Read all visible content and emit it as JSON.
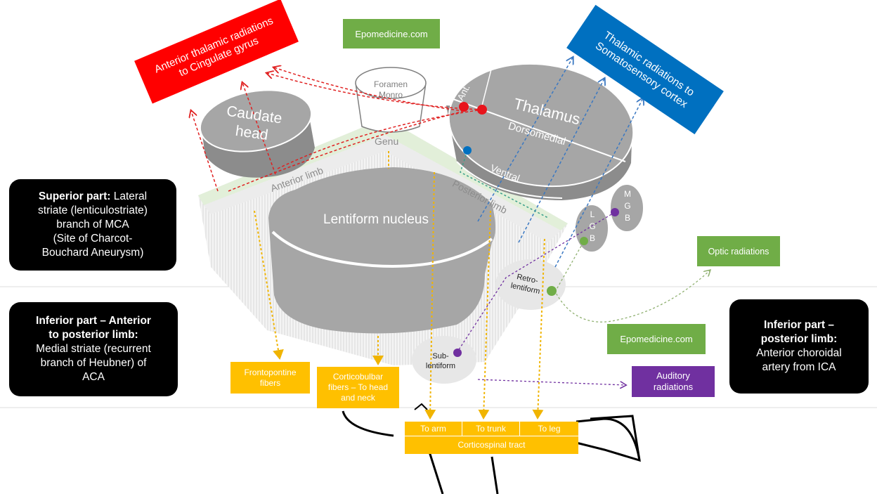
{
  "watermark_top": "Epomedicine.com",
  "watermark_mid": "Epomedicine.com",
  "anterior_thalamic": {
    "line1": "Anterior thalamic radiations",
    "line2": "to Cingulate gyrus"
  },
  "thalamic_somato": {
    "line1": "Thalamic radiations to",
    "line2": "Somatosensory cortex"
  },
  "foramen": {
    "line1": "Foramen",
    "line2": "Monro"
  },
  "caudate": {
    "line1": "Caudate",
    "line2": "head"
  },
  "thalamus": {
    "title": "Thalamus",
    "ant": "Ant.",
    "dorsomedial": "Dorsomedial",
    "ventral": "Ventral"
  },
  "genu": "Genu",
  "anterior_limb": "Anterior limb",
  "posterior_limb": "Posterior limb",
  "lentiform": "Lentiform nucleus",
  "mgb": [
    "M",
    "G",
    "B"
  ],
  "lgb": [
    "L",
    "G",
    "B"
  ],
  "retro": {
    "line1": "Retro-",
    "line2": "lentiform"
  },
  "sub": {
    "line1": "Sub-",
    "line2": "lentiform"
  },
  "optic_radiations": "Optic radiations",
  "auditory": {
    "line1": "Auditory",
    "line2": "radiations"
  },
  "frontopontine": {
    "line1": "Frontopontine",
    "line2": "fibers"
  },
  "corticobulbar": {
    "line1": "Corticobulbar",
    "line2": "fibers – To head",
    "line3": "and neck"
  },
  "corticospinal": {
    "arm": "To arm",
    "trunk": "To trunk",
    "leg": "To leg",
    "tract": "Corticospinal tract"
  },
  "superior_box": {
    "bold": "Superior part:",
    "l1": " Lateral",
    "l2": "striate (lenticulostriate)",
    "l3": "branch of MCA",
    "l4": "(Site of Charcot-",
    "l5": "Bouchard Aneurysm)"
  },
  "inferior_ant_box": {
    "b1": "Inferior part – Anterior",
    "b2": "to posterior limb:",
    "l1": "Medial striate (recurrent",
    "l2": "branch of Heubner) of",
    "l3": "ACA"
  },
  "inferior_post_box": {
    "b1": "Inferior part –",
    "b2": "posterior limb:",
    "l1": "Anterior choroidal",
    "l2": "artery from ICA"
  },
  "colors": {
    "red": "#ff0000",
    "blue": "#0070c0",
    "green": "#70ad47",
    "yellow": "#ffc000",
    "purple": "#7030a0",
    "gray": "#a6a6a6"
  }
}
